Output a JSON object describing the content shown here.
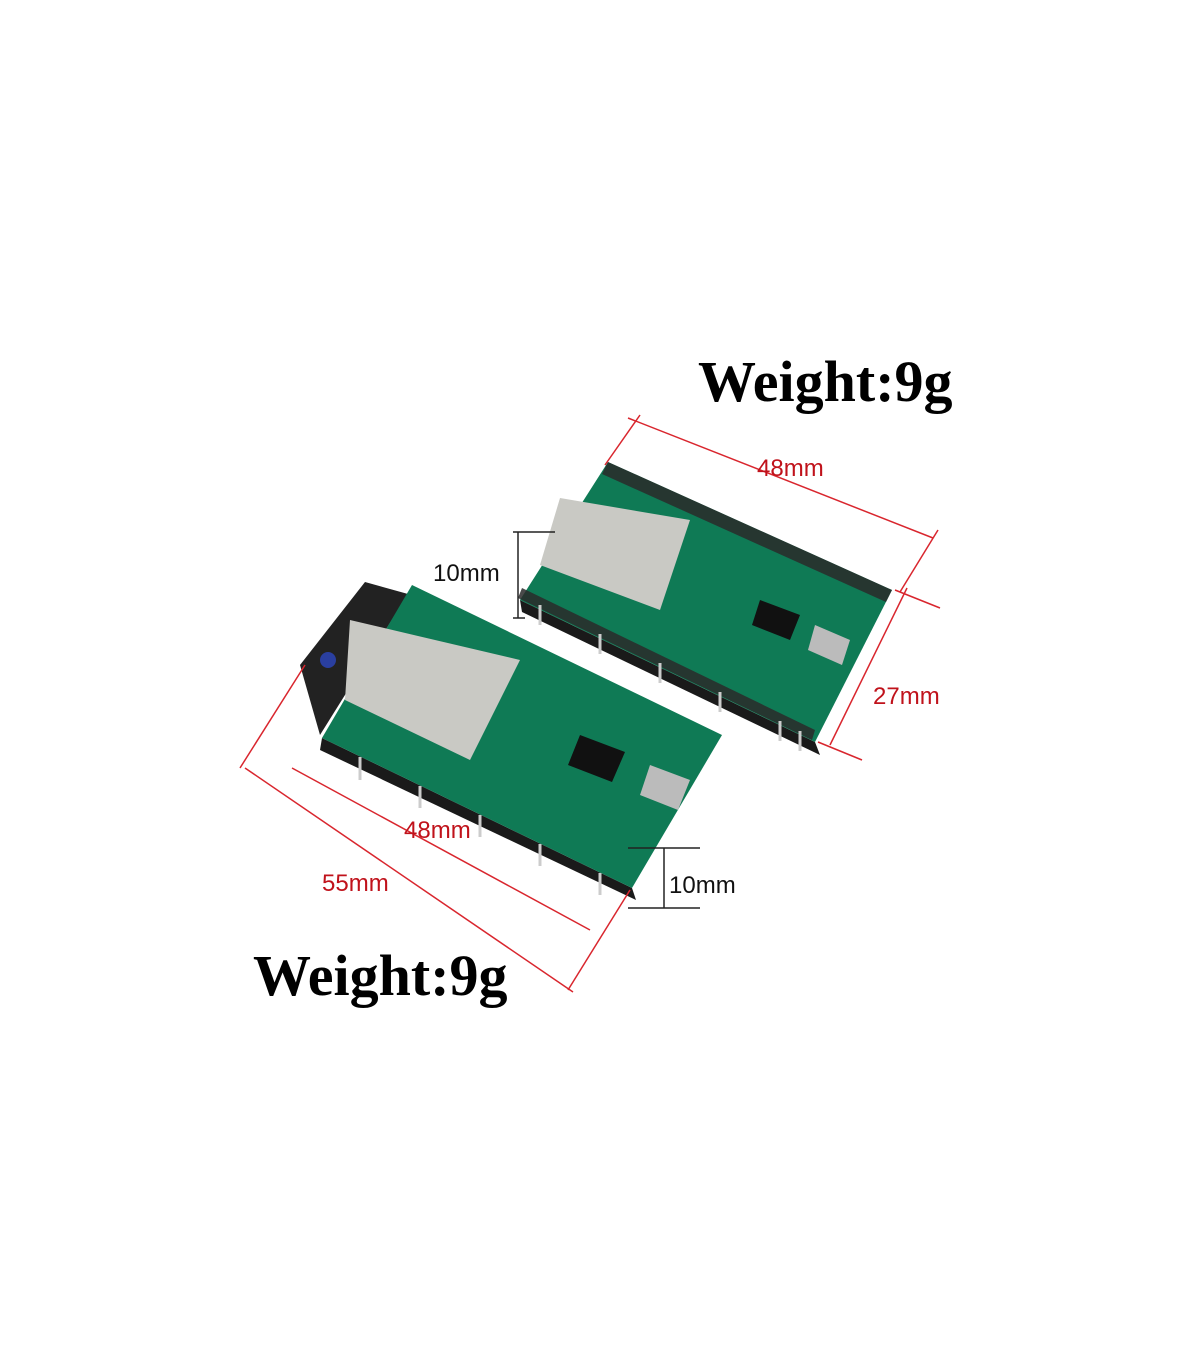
{
  "labels": {
    "weight_top": "Weight:9g",
    "weight_bottom": "Weight:9g",
    "length_top": "48mm",
    "width_top": "27mm",
    "height_top": "10mm",
    "length_bottom_board": "48mm",
    "length_bottom_with_antenna": "55mm",
    "height_bottom": "10mm"
  },
  "colors": {
    "dimension_line": "#d9262e",
    "pcb": "#0f7a55",
    "header": "#1a1a1a",
    "module_shield": "#c9c9c4"
  }
}
